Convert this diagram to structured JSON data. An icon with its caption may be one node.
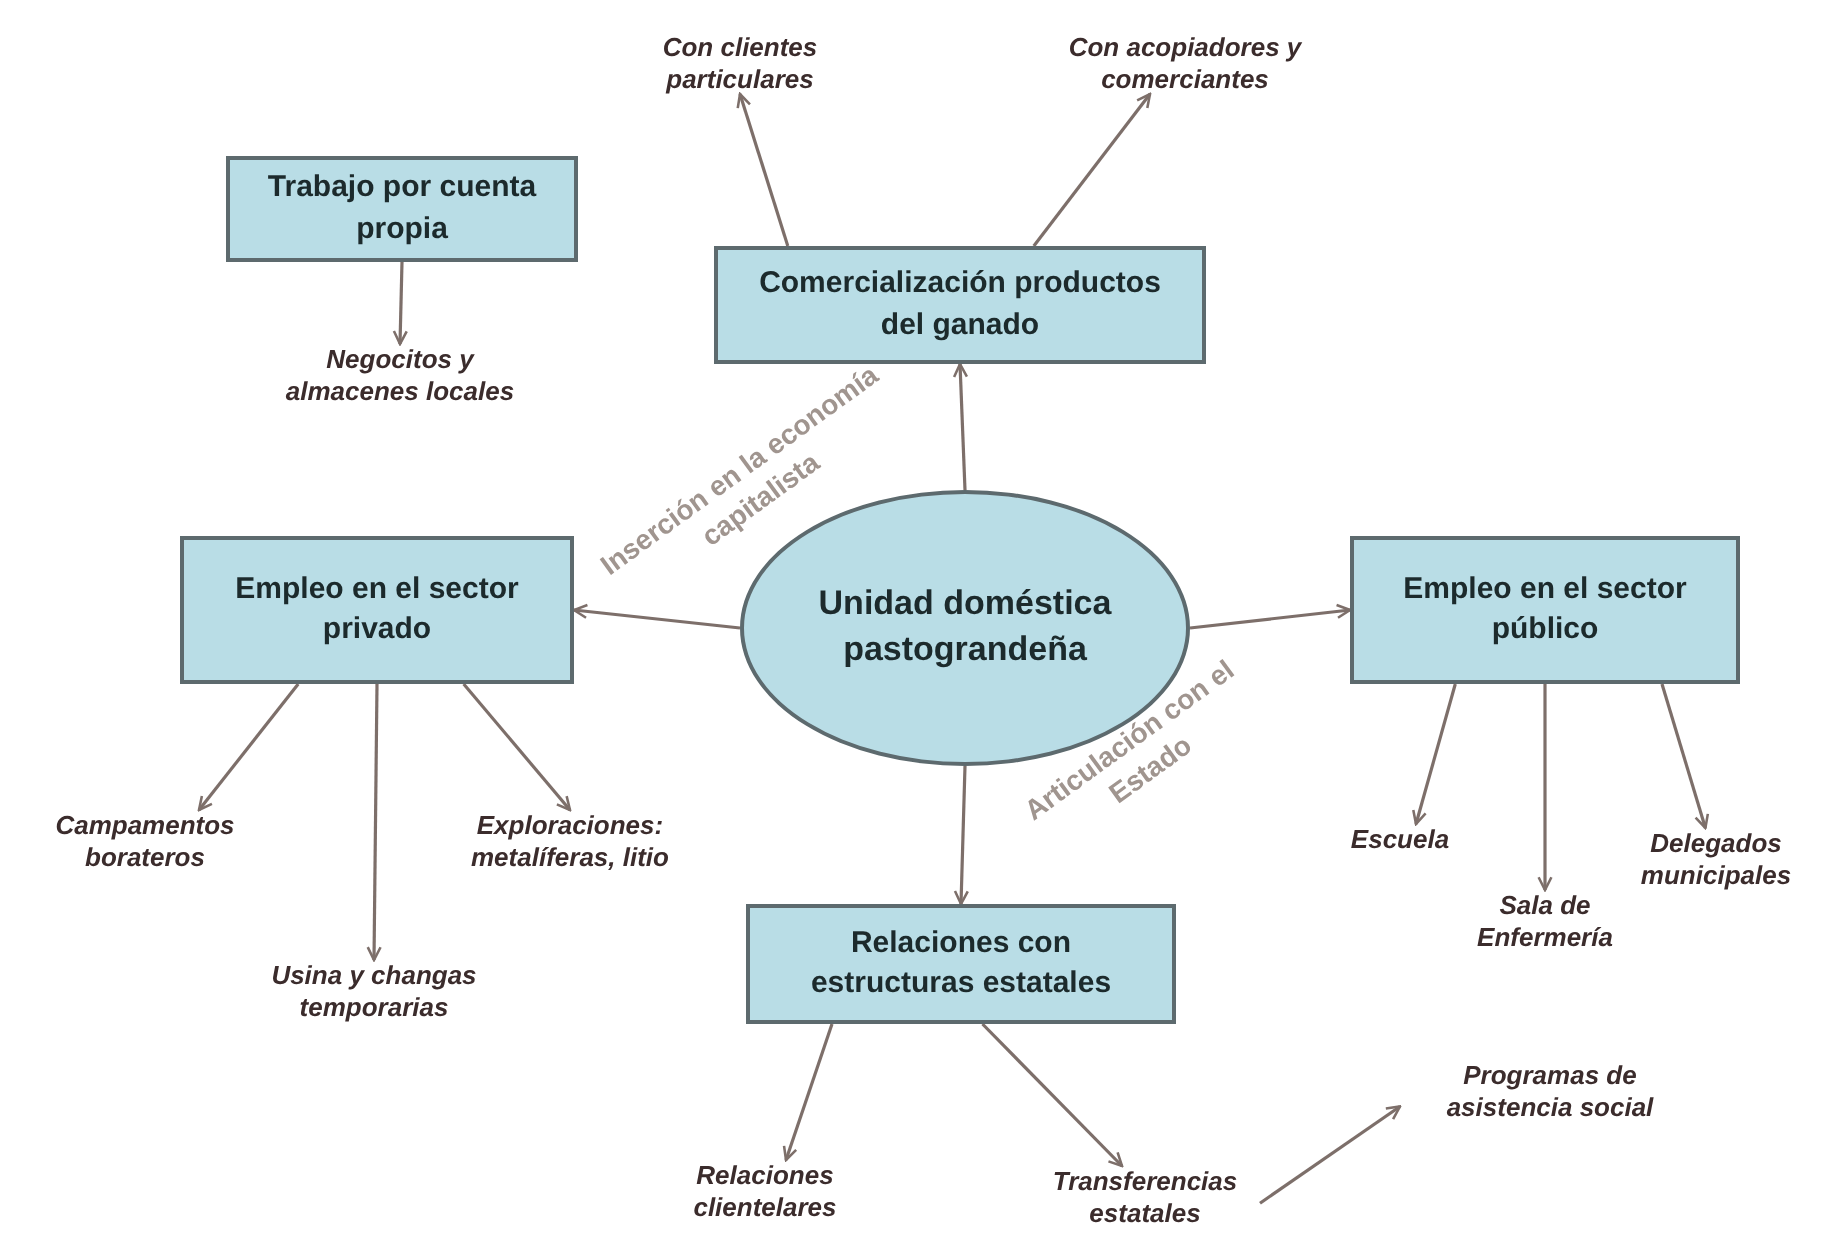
{
  "diagram": {
    "nodes": [
      {
        "text": [
          "Trabajo por cuenta propia"
        ]
      },
      {
        "text": [
          "Negocitos y almacenes locales"
        ]
      },
      {
        "text": [
          "Comercialización productos del ganado"
        ]
      },
      {
        "text": [
          "Con clientes particulares"
        ]
      },
      {
        "text": [
          "Con acopiadores y comerciantes"
        ]
      },
      {
        "text": [
          "Empleo en el sector privado"
        ]
      },
      {
        "text": [
          "Unidad doméstica pastograndeña"
        ]
      },
      {
        "text": [
          "Empleo en el sector público"
        ]
      },
      {
        "text": [
          "Campamentos borateros"
        ]
      },
      {
        "text": [
          "Usina y changas temporarias"
        ]
      },
      {
        "text": [
          "Exploraciones: metalíferas, litio"
        ]
      },
      {
        "text": [
          "Escuela"
        ]
      },
      {
        "text": [
          "Sala de Enfermería"
        ]
      },
      {
        "text": [
          "Delegados municipales"
        ]
      },
      {
        "text": [
          "Relaciones con estructuras estatales"
        ]
      },
      {
        "text": [
          "Relaciones clientelares"
        ]
      },
      {
        "text": [
          "Transferencias estatales"
        ]
      },
      {
        "text": [
          "Programas de asistencia social"
        ]
      }
    ],
    "edges": [
      {
        "from": 0,
        "to": 1,
        "arrow": "to"
      },
      {
        "from": 2,
        "to": 3,
        "arrow": "to"
      },
      {
        "from": 2,
        "to": 4,
        "arrow": "to"
      },
      {
        "from": 6,
        "to": 2,
        "arrow": "to"
      },
      {
        "from": 6,
        "to": 5,
        "arrow": "to"
      },
      {
        "from": 6,
        "to": 7,
        "arrow": "to"
      },
      {
        "from": 6,
        "to": 14,
        "arrow": "to"
      },
      {
        "from": 5,
        "to": 8,
        "arrow": "to"
      },
      {
        "from": 5,
        "to": 9,
        "arrow": "to"
      },
      {
        "from": 5,
        "to": 10,
        "arrow": "to"
      },
      {
        "from": 7,
        "to": 11,
        "arrow": "to"
      },
      {
        "from": 7,
        "to": 12,
        "arrow": "to"
      },
      {
        "from": 7,
        "to": 13,
        "arrow": "to"
      },
      {
        "from": 14,
        "to": 15,
        "arrow": "to"
      },
      {
        "from": 14,
        "to": 16,
        "arrow": "to"
      },
      {
        "from": 16,
        "to": 17,
        "arrow": "to"
      }
    ],
    "labels": [
      "Inserción en la economía capitalista",
      "Articulación con el Estado"
    ]
  }
}
